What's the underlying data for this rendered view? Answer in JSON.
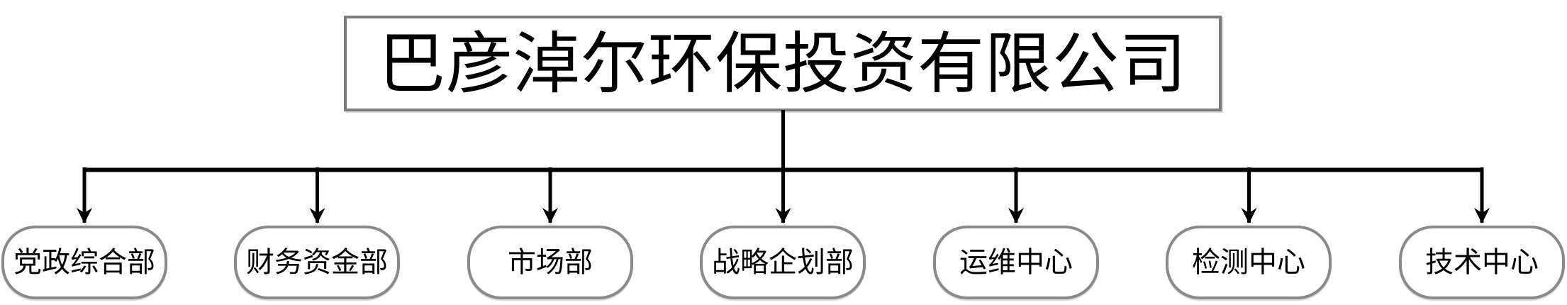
{
  "title": {
    "label": "巴彦淖尔环保投资有限公司"
  },
  "departments": [
    {
      "label": "党政综合部"
    },
    {
      "label": "财务资金部"
    },
    {
      "label": "市场部"
    },
    {
      "label": "战略企划部"
    },
    {
      "label": "运维中心"
    },
    {
      "label": "检测中心"
    },
    {
      "label": "技术中心"
    }
  ],
  "colors": {
    "background": "#ffffff",
    "connector": "#000000",
    "box_border": "#8a8a8a",
    "text": "#000000"
  }
}
